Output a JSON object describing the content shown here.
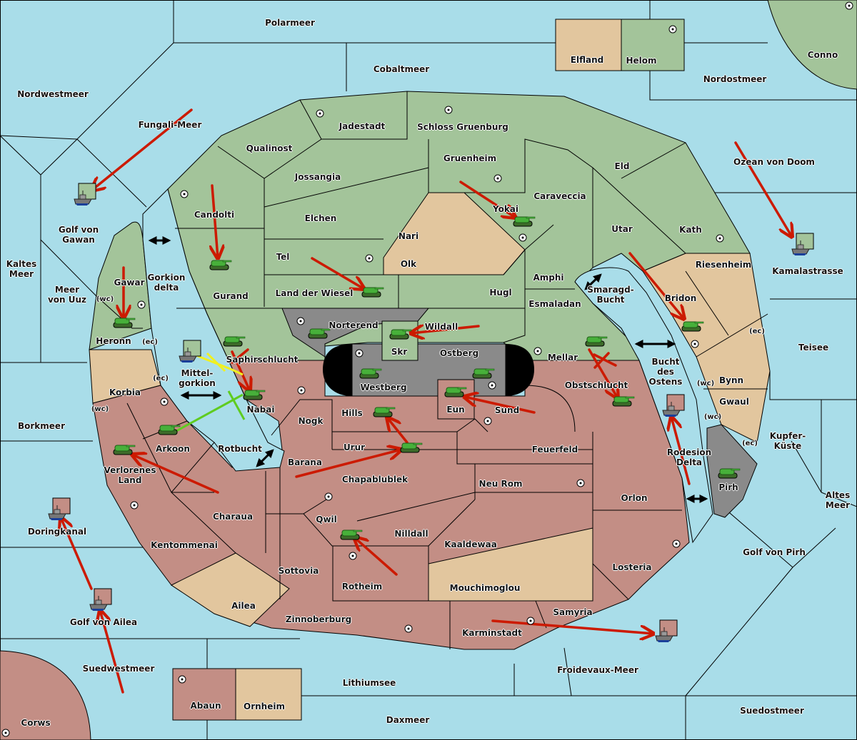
{
  "game": "Diplomacy map",
  "colors": {
    "sea": "#a9dde9",
    "power_green": "#a3c49a",
    "power_red": "#c38e85",
    "neutral_tan": "#e2c69e",
    "impassable_grey": "#8a8a8a",
    "order_move": "#cc1a00",
    "order_support_yellow": "#f0f020",
    "order_support_green": "#5fcc20"
  },
  "sea_regions": [
    {
      "id": "polarmeer",
      "label": "Polarmeer"
    },
    {
      "id": "cobaltmeer",
      "label": "Cobaltmeer"
    },
    {
      "id": "nordwestmeer",
      "label": "Nordwestmeer"
    },
    {
      "id": "fungali-meer",
      "label": "Fungali-Meer"
    },
    {
      "id": "nordostmeer",
      "label": "Nordostmeer"
    },
    {
      "id": "ozean-von-doom",
      "label": "Ozean von Doom"
    },
    {
      "id": "golf-von-gawan",
      "label": "Golf von\nGawan"
    },
    {
      "id": "kaltes-meer",
      "label": "Kaltes\nMeer"
    },
    {
      "id": "meer-von-uuz",
      "label": "Meer\nvon Uuz"
    },
    {
      "id": "gorkion-delta",
      "label": "Gorkion\ndelta"
    },
    {
      "id": "kamalastrasse",
      "label": "Kamalastrasse"
    },
    {
      "id": "smaragd-bucht",
      "label": "Smaragd-\nBucht"
    },
    {
      "id": "teisee",
      "label": "Teisee"
    },
    {
      "id": "bucht-des-ostens",
      "label": "Bucht\ndes\nOstens"
    },
    {
      "id": "mittel-gorkion",
      "label": "Mittel-\ngorkion"
    },
    {
      "id": "borkmeer",
      "label": "Borkmeer"
    },
    {
      "id": "rotbucht",
      "label": "Rotbucht"
    },
    {
      "id": "kupfer-kueste",
      "label": "Kupfer-\nKüste"
    },
    {
      "id": "rodesion-delta",
      "label": "Rodesion\nDelta"
    },
    {
      "id": "altes-meer",
      "label": "Altes\nMeer"
    },
    {
      "id": "doringkanal",
      "label": "Doringkanal"
    },
    {
      "id": "golf-von-pirh",
      "label": "Golf von Pirh"
    },
    {
      "id": "golf-von-ailea",
      "label": "Golf von Ailea"
    },
    {
      "id": "froidevaux-meer",
      "label": "Froidevaux-Meer"
    },
    {
      "id": "suedwestmeer",
      "label": "Suedwestmeer"
    },
    {
      "id": "lithiumsee",
      "label": "Lithiumsee"
    },
    {
      "id": "suedostmeer",
      "label": "Suedostmeer"
    },
    {
      "id": "daxmeer",
      "label": "Daxmeer"
    }
  ],
  "land_regions": [
    {
      "id": "elfland",
      "label": "Elfland",
      "owner": "neutral",
      "supply_center": false
    },
    {
      "id": "helom",
      "label": "Helom",
      "owner": "green",
      "supply_center": true
    },
    {
      "id": "conno",
      "label": "Conno",
      "owner": "green",
      "supply_center": true
    },
    {
      "id": "jadestadt",
      "label": "Jadestadt",
      "owner": "green",
      "supply_center": true
    },
    {
      "id": "schloss-gruenburg",
      "label": "Schloss Gruenburg",
      "owner": "green",
      "supply_center": true
    },
    {
      "id": "qualinost",
      "label": "Qualinost",
      "owner": "green",
      "supply_center": false
    },
    {
      "id": "gruenheim",
      "label": "Gruenheim",
      "owner": "green",
      "supply_center": true
    },
    {
      "id": "eld",
      "label": "Eld",
      "owner": "green",
      "supply_center": false
    },
    {
      "id": "jossangia",
      "label": "Jossangia",
      "owner": "green",
      "supply_center": false
    },
    {
      "id": "candolti",
      "label": "Candolti",
      "owner": "green",
      "supply_center": true
    },
    {
      "id": "caraveccia",
      "label": "Caraveccia",
      "owner": "green",
      "supply_center": false
    },
    {
      "id": "elchen",
      "label": "Elchen",
      "owner": "green",
      "supply_center": false
    },
    {
      "id": "yokai",
      "label": "Yokai",
      "owner": "green",
      "supply_center": true
    },
    {
      "id": "nari",
      "label": "Nari",
      "owner": "neutral",
      "supply_center": false
    },
    {
      "id": "utar",
      "label": "Utar",
      "owner": "green",
      "supply_center": false
    },
    {
      "id": "kath",
      "label": "Kath",
      "owner": "green",
      "supply_center": true
    },
    {
      "id": "tel",
      "label": "Tel",
      "owner": "green",
      "supply_center": true
    },
    {
      "id": "olk",
      "label": "Olk",
      "owner": "neutral",
      "supply_center": false
    },
    {
      "id": "riesenheim",
      "label": "Riesenheim",
      "owner": "neutral",
      "supply_center": false
    },
    {
      "id": "gawar",
      "label": "Gawar",
      "owner": "green",
      "supply_center": true
    },
    {
      "id": "amphi",
      "label": "Amphi",
      "owner": "green",
      "supply_center": false
    },
    {
      "id": "land-der-wiesel",
      "label": "Land der Wiesel",
      "owner": "green",
      "supply_center": false
    },
    {
      "id": "hugl",
      "label": "Hugl",
      "owner": "green",
      "supply_center": false
    },
    {
      "id": "gurand",
      "label": "Gurand",
      "owner": "green",
      "supply_center": false
    },
    {
      "id": "bridon",
      "label": "Bridon",
      "owner": "neutral",
      "supply_center": true
    },
    {
      "id": "esmaladan",
      "label": "Esmaladan",
      "owner": "green",
      "supply_center": false
    },
    {
      "id": "norterend",
      "label": "Norterend",
      "owner": "impassable",
      "supply_center": true
    },
    {
      "id": "wildall",
      "label": "Wildall",
      "owner": "green",
      "supply_center": false
    },
    {
      "id": "heronn",
      "label": "Heronn",
      "owner": "green",
      "supply_center": false
    },
    {
      "id": "skr",
      "label": "Skr",
      "owner": "green",
      "supply_center": false
    },
    {
      "id": "ostberg",
      "label": "Ostberg",
      "owner": "impassable",
      "supply_center": true
    },
    {
      "id": "mellar",
      "label": "Mellar",
      "owner": "green",
      "supply_center": true
    },
    {
      "id": "saphirschlucht",
      "label": "Saphirschlucht",
      "owner": "green",
      "supply_center": false
    },
    {
      "id": "westberg",
      "label": "Westberg",
      "owner": "impassable",
      "supply_center": true
    },
    {
      "id": "bynn",
      "label": "Bynn",
      "owner": "neutral",
      "supply_center": false
    },
    {
      "id": "korbia",
      "label": "Korbia",
      "owner": "neutral",
      "supply_center": false
    },
    {
      "id": "obstschlucht",
      "label": "Obstschlucht",
      "owner": "red",
      "supply_center": false
    },
    {
      "id": "nabai",
      "label": "Nabai",
      "owner": "red",
      "supply_center": true
    },
    {
      "id": "eun",
      "label": "Eun",
      "owner": "red",
      "supply_center": false
    },
    {
      "id": "hills",
      "label": "Hills",
      "owner": "red",
      "supply_center": false
    },
    {
      "id": "sund",
      "label": "Sund",
      "owner": "red",
      "supply_center": true
    },
    {
      "id": "gwaul",
      "label": "Gwaul",
      "owner": "neutral",
      "supply_center": false
    },
    {
      "id": "nogk",
      "label": "Nogk",
      "owner": "red",
      "supply_center": false
    },
    {
      "id": "arkoon",
      "label": "Arkoon",
      "owner": "red",
      "supply_center": true
    },
    {
      "id": "urur",
      "label": "Urur",
      "owner": "red",
      "supply_center": false
    },
    {
      "id": "feuerfeld",
      "label": "Feuerfeld",
      "owner": "red",
      "supply_center": false
    },
    {
      "id": "verlorenes-land",
      "label": "Verlorenes\nLand",
      "owner": "red",
      "supply_center": false
    },
    {
      "id": "barana",
      "label": "Barana",
      "owner": "red",
      "supply_center": false
    },
    {
      "id": "chapablublek",
      "label": "Chapablublek",
      "owner": "red",
      "supply_center": false
    },
    {
      "id": "neu-rom",
      "label": "Neu Rom",
      "owner": "red",
      "supply_center": true
    },
    {
      "id": "pirh",
      "label": "Pirh",
      "owner": "impassable",
      "supply_center": true
    },
    {
      "id": "orlon",
      "label": "Orlon",
      "owner": "red",
      "supply_center": false
    },
    {
      "id": "charaua",
      "label": "Charaua",
      "owner": "red",
      "supply_center": false
    },
    {
      "id": "qwil",
      "label": "Qwil",
      "owner": "red",
      "supply_center": true
    },
    {
      "id": "nilldall",
      "label": "Nilldall",
      "owner": "red",
      "supply_center": false
    },
    {
      "id": "kentommenai",
      "label": "Kentommenai",
      "owner": "red",
      "supply_center": true
    },
    {
      "id": "kaaldewaa",
      "label": "Kaaldewaa",
      "owner": "red",
      "supply_center": false
    },
    {
      "id": "losteria",
      "label": "Losteria",
      "owner": "red",
      "supply_center": true
    },
    {
      "id": "sottovia",
      "label": "Sottovia",
      "owner": "red",
      "supply_center": false
    },
    {
      "id": "rotheim",
      "label": "Rotheim",
      "owner": "red",
      "supply_center": true
    },
    {
      "id": "mouchimoglou",
      "label": "Mouchimoglou",
      "owner": "neutral",
      "supply_center": false
    },
    {
      "id": "ailea",
      "label": "Ailea",
      "owner": "neutral",
      "supply_center": false
    },
    {
      "id": "samyria",
      "label": "Samyria",
      "owner": "red",
      "supply_center": false
    },
    {
      "id": "zinnoberburg",
      "label": "Zinnoberburg",
      "owner": "red",
      "supply_center": true
    },
    {
      "id": "karminstadt",
      "label": "Karminstadt",
      "owner": "red",
      "supply_center": true
    },
    {
      "id": "abaun",
      "label": "Abaun",
      "owner": "red",
      "supply_center": true
    },
    {
      "id": "ornheim",
      "label": "Ornheim",
      "owner": "neutral",
      "supply_center": false
    },
    {
      "id": "corws",
      "label": "Corws",
      "owner": "red",
      "supply_center": true
    }
  ],
  "coast_markers": [
    "(wc)",
    "(ec)",
    "(ec)",
    "(wc)",
    "(ec)",
    "(wc)",
    "(wc)",
    "(ec)"
  ],
  "units": [
    {
      "type": "fleet",
      "power": "green",
      "region": "golf-von-gawan"
    },
    {
      "type": "fleet",
      "power": "green",
      "region": "kamalastrasse"
    },
    {
      "type": "fleet",
      "power": "green",
      "region": "mittel-gorkion"
    },
    {
      "type": "fleet",
      "power": "red",
      "region": "bucht-des-ostens"
    },
    {
      "type": "fleet",
      "power": "red",
      "region": "doringkanal"
    },
    {
      "type": "fleet",
      "power": "red",
      "region": "golf-von-ailea"
    },
    {
      "type": "fleet",
      "power": "red",
      "region": "froidevaux-meer"
    },
    {
      "type": "army",
      "power": "green",
      "region": "gurand"
    },
    {
      "type": "army",
      "power": "green",
      "region": "yokai"
    },
    {
      "type": "army",
      "power": "green",
      "region": "land-der-wiesel"
    },
    {
      "type": "army",
      "power": "green",
      "region": "heronn"
    },
    {
      "type": "army",
      "power": "green",
      "region": "norterend"
    },
    {
      "type": "army",
      "power": "green",
      "region": "skr"
    },
    {
      "type": "army",
      "power": "green",
      "region": "saphirschlucht"
    },
    {
      "type": "army",
      "power": "green",
      "region": "westberg"
    },
    {
      "type": "army",
      "power": "green",
      "region": "ostberg"
    },
    {
      "type": "army",
      "power": "green",
      "region": "mellar"
    },
    {
      "type": "army",
      "power": "green",
      "region": "bridon"
    },
    {
      "type": "army",
      "power": "green",
      "region": "nabai"
    },
    {
      "type": "army",
      "power": "green",
      "region": "eun"
    },
    {
      "type": "army",
      "power": "green",
      "region": "hills"
    },
    {
      "type": "army",
      "power": "green",
      "region": "obstschlucht"
    },
    {
      "type": "army",
      "power": "green",
      "region": "urur"
    },
    {
      "type": "army",
      "power": "green",
      "region": "arkoon"
    },
    {
      "type": "army",
      "power": "green",
      "region": "verlorenes-land"
    },
    {
      "type": "army",
      "power": "green",
      "region": "qwil"
    },
    {
      "type": "army",
      "power": "green",
      "region": "pirh"
    }
  ]
}
